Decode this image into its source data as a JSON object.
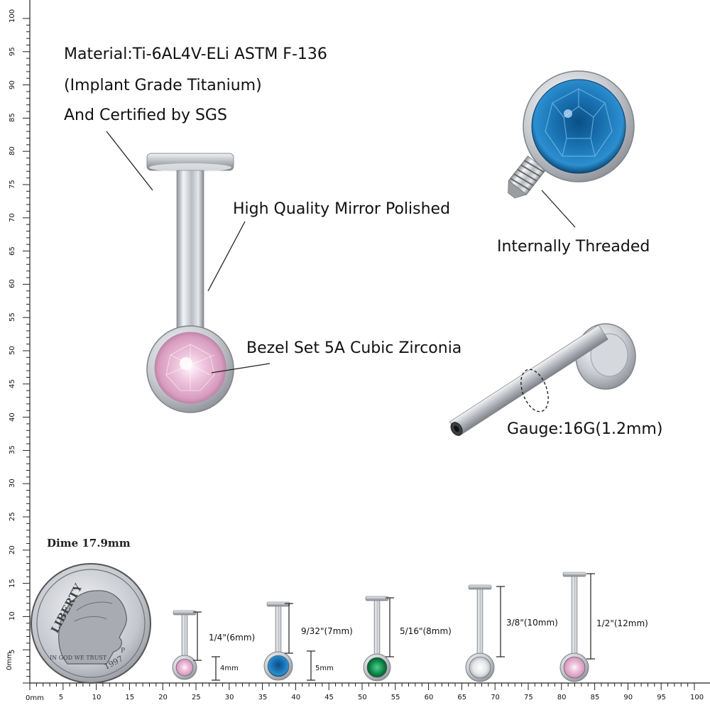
{
  "callouts": {
    "material_line1": "Material:Ti-6AL4V-ELi ASTM F-136",
    "material_line2": "(Implant Grade Titanium)",
    "material_line3": "And Certified by SGS",
    "polished": "High Quality Mirror Polished",
    "internally_threaded": "Internally Threaded",
    "bezel_set": "Bezel Set 5A Cubic Zirconia",
    "gauge": "Gauge:16G(1.2mm)"
  },
  "dime": {
    "caption": "Dime 17.9mm",
    "rim_top": "LIBERTY",
    "rim_bottom": "IN GOD WE TRUST",
    "year": "1997",
    "mint": "P"
  },
  "sizes": [
    {
      "label": "1/4\"(6mm)",
      "gem_color": "#e9b9d6"
    },
    {
      "label": "9/32\"(7mm)",
      "gem_color": "#1a6fa8"
    },
    {
      "label": "5/16\"(8mm)",
      "gem_color": "#0f8a4a"
    },
    {
      "label": "3/8\"(10mm)",
      "gem_color": "#e8e8e8"
    },
    {
      "label": "1/2\"(12mm)",
      "gem_color": "#e7b8d3"
    }
  ],
  "ball_labels": {
    "a": "4mm",
    "b": "5mm"
  },
  "ruler": {
    "unit_label": "0mm",
    "left_unit_label": "0mm",
    "x_ticks": [
      "5",
      "10",
      "15",
      "20",
      "25",
      "30",
      "35",
      "40",
      "45",
      "50",
      "55",
      "60",
      "65",
      "70",
      "75",
      "80",
      "85",
      "90",
      "95",
      "100"
    ],
    "y_ticks": [
      "5",
      "10",
      "15",
      "20",
      "25",
      "30",
      "35",
      "40",
      "45",
      "50",
      "55",
      "60",
      "65",
      "70",
      "75",
      "80",
      "85",
      "90",
      "95",
      "100"
    ]
  },
  "colors": {
    "pink_gem": "#e9b9d6",
    "blue_gem": "#1a6fa8",
    "green_gem": "#0f8a4a",
    "silver": "#c9ccd1"
  }
}
